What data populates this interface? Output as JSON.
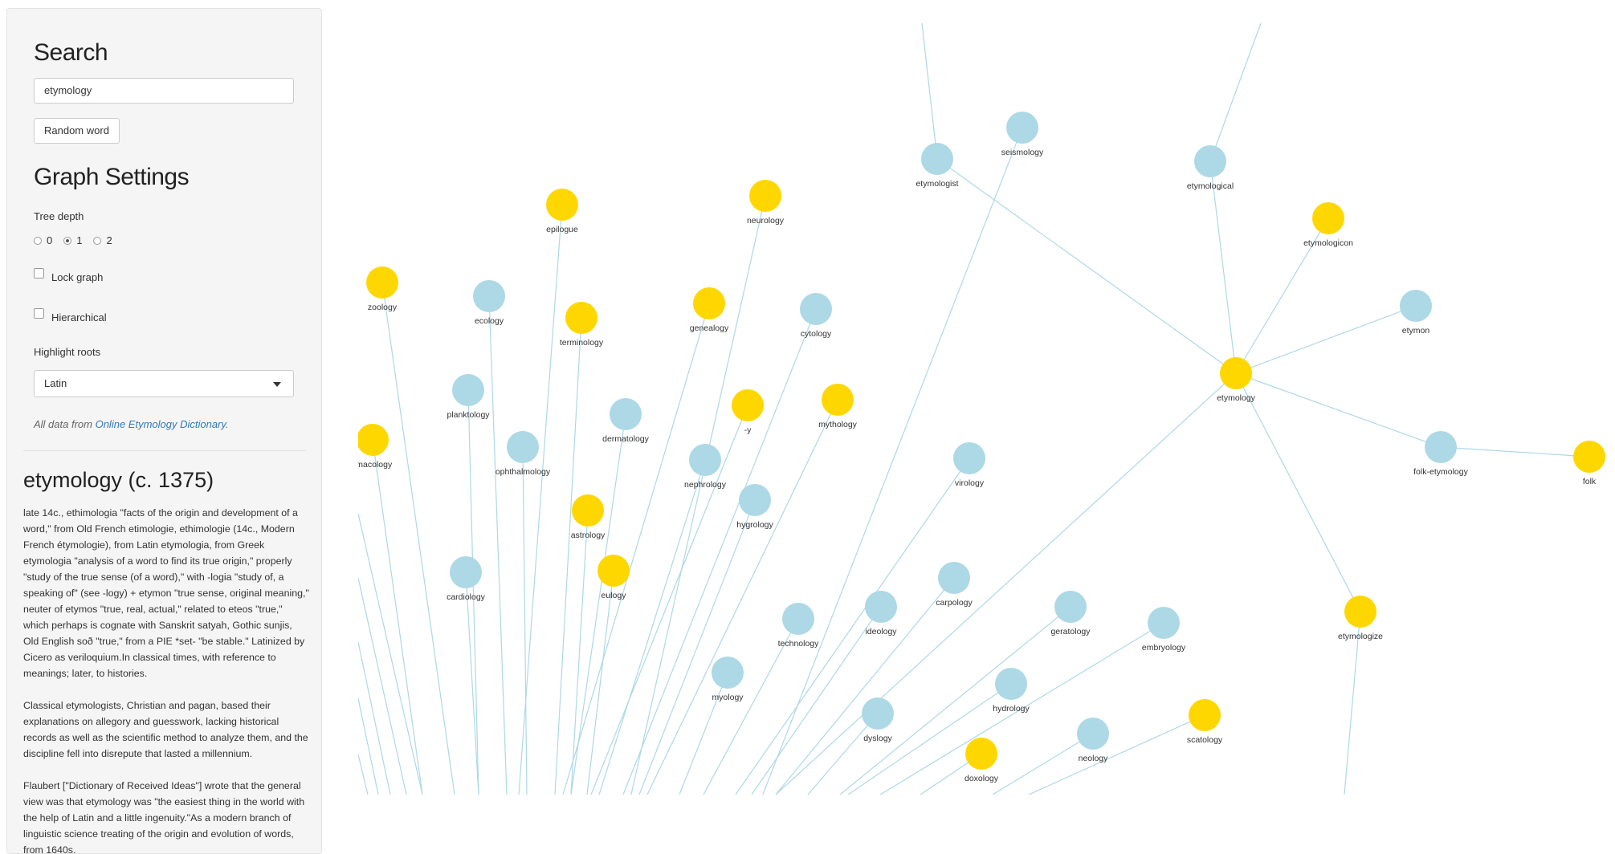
{
  "sidebar": {
    "search_heading": "Search",
    "search_value": "etymology",
    "random_button": "Random word",
    "settings_heading": "Graph Settings",
    "tree_depth_label": "Tree depth",
    "depth_options": [
      "0",
      "1",
      "2"
    ],
    "depth_selected": "1",
    "lock_graph_label": "Lock graph",
    "hierarchical_label": "Hierarchical",
    "highlight_label": "Highlight roots",
    "highlight_value": "Latin",
    "credit_prefix": "All data from ",
    "credit_link": "Online Etymology Dictionary",
    "credit_suffix": "."
  },
  "definition": {
    "title": "etymology (c. 1375)",
    "paragraphs": [
      "late 14c., ethimologia \"facts of the origin and development of a word,\" from Old French etimologie, ethimologie (14c., Modern French étymologie), from Latin etymologia, from Greek etymologia \"analysis of a word to find its true origin,\" properly \"study of the true sense (of a word),\" with -logia \"study of, a speaking of\" (see -logy) + etymon \"true sense, original meaning,\" neuter of etymos \"true, real, actual,\" related to eteos \"true,\" which perhaps is cognate with Sanskrit satyah, Gothic sunjis, Old English soð \"true,\" from a PIE *set- \"be stable.\" Latinized by Cicero as veriloquium.In classical times, with reference to meanings; later, to histories.",
      "Classical etymologists, Christian and pagan, based their explanations on allegory and guesswork, lacking historical records as well as the scientific method to analyze them, and the discipline fell into disrepute that lasted a millennium.",
      "Flaubert [\"Dictionary of Received Ideas\"] wrote that the general view was that etymology was \"the easiest thing in the world with the help of Latin and a little ingenuity.\"As a modern branch of linguistic science treating of the origin and evolution of words, from 1640s."
    ]
  },
  "graph": {
    "colors": {
      "latin": "#ffd700",
      "other": "#add8e6",
      "edge": "#add8e6",
      "label": "#333333"
    },
    "nodes": [
      {
        "label": "etymology",
        "root": "latin"
      },
      {
        "label": "etymologist",
        "root": "other"
      },
      {
        "label": "seismology",
        "root": "other"
      },
      {
        "label": "etymological",
        "root": "other"
      },
      {
        "label": "etymologicon",
        "root": "latin"
      },
      {
        "label": "etymon",
        "root": "other"
      },
      {
        "label": "folk-etymology",
        "root": "other"
      },
      {
        "label": "folk",
        "root": "latin"
      },
      {
        "label": "etymologize",
        "root": "latin"
      },
      {
        "label": "epilogue",
        "root": "latin"
      },
      {
        "label": "neurology",
        "root": "latin"
      },
      {
        "label": "zoology",
        "root": "latin"
      },
      {
        "label": "ecology",
        "root": "other"
      },
      {
        "label": "terminology",
        "root": "latin"
      },
      {
        "label": "genealogy",
        "root": "latin"
      },
      {
        "label": "cytology",
        "root": "other"
      },
      {
        "label": "planktology",
        "root": "other"
      },
      {
        "label": "-y",
        "root": "latin"
      },
      {
        "label": "mythology",
        "root": "latin"
      },
      {
        "label": "dermatology",
        "root": "other"
      },
      {
        "label": "rmacology",
        "root": "latin"
      },
      {
        "label": "ophthalmology",
        "root": "other"
      },
      {
        "label": "nephrology",
        "root": "other"
      },
      {
        "label": "virology",
        "root": "other"
      },
      {
        "label": "hygrology",
        "root": "other"
      },
      {
        "label": "astrology",
        "root": "latin"
      },
      {
        "label": "cardiology",
        "root": "other"
      },
      {
        "label": "eulogy",
        "root": "latin"
      },
      {
        "label": "carpology",
        "root": "other"
      },
      {
        "label": "ideology",
        "root": "other"
      },
      {
        "label": "technology",
        "root": "other"
      },
      {
        "label": "geratology",
        "root": "other"
      },
      {
        "label": "embryology",
        "root": "other"
      },
      {
        "label": "myology",
        "root": "other"
      },
      {
        "label": "hydrology",
        "root": "other"
      },
      {
        "label": "dyslogy",
        "root": "other"
      },
      {
        "label": "scatology",
        "root": "latin"
      },
      {
        "label": "neology",
        "root": "other"
      },
      {
        "label": "doxology",
        "root": "latin"
      }
    ]
  }
}
